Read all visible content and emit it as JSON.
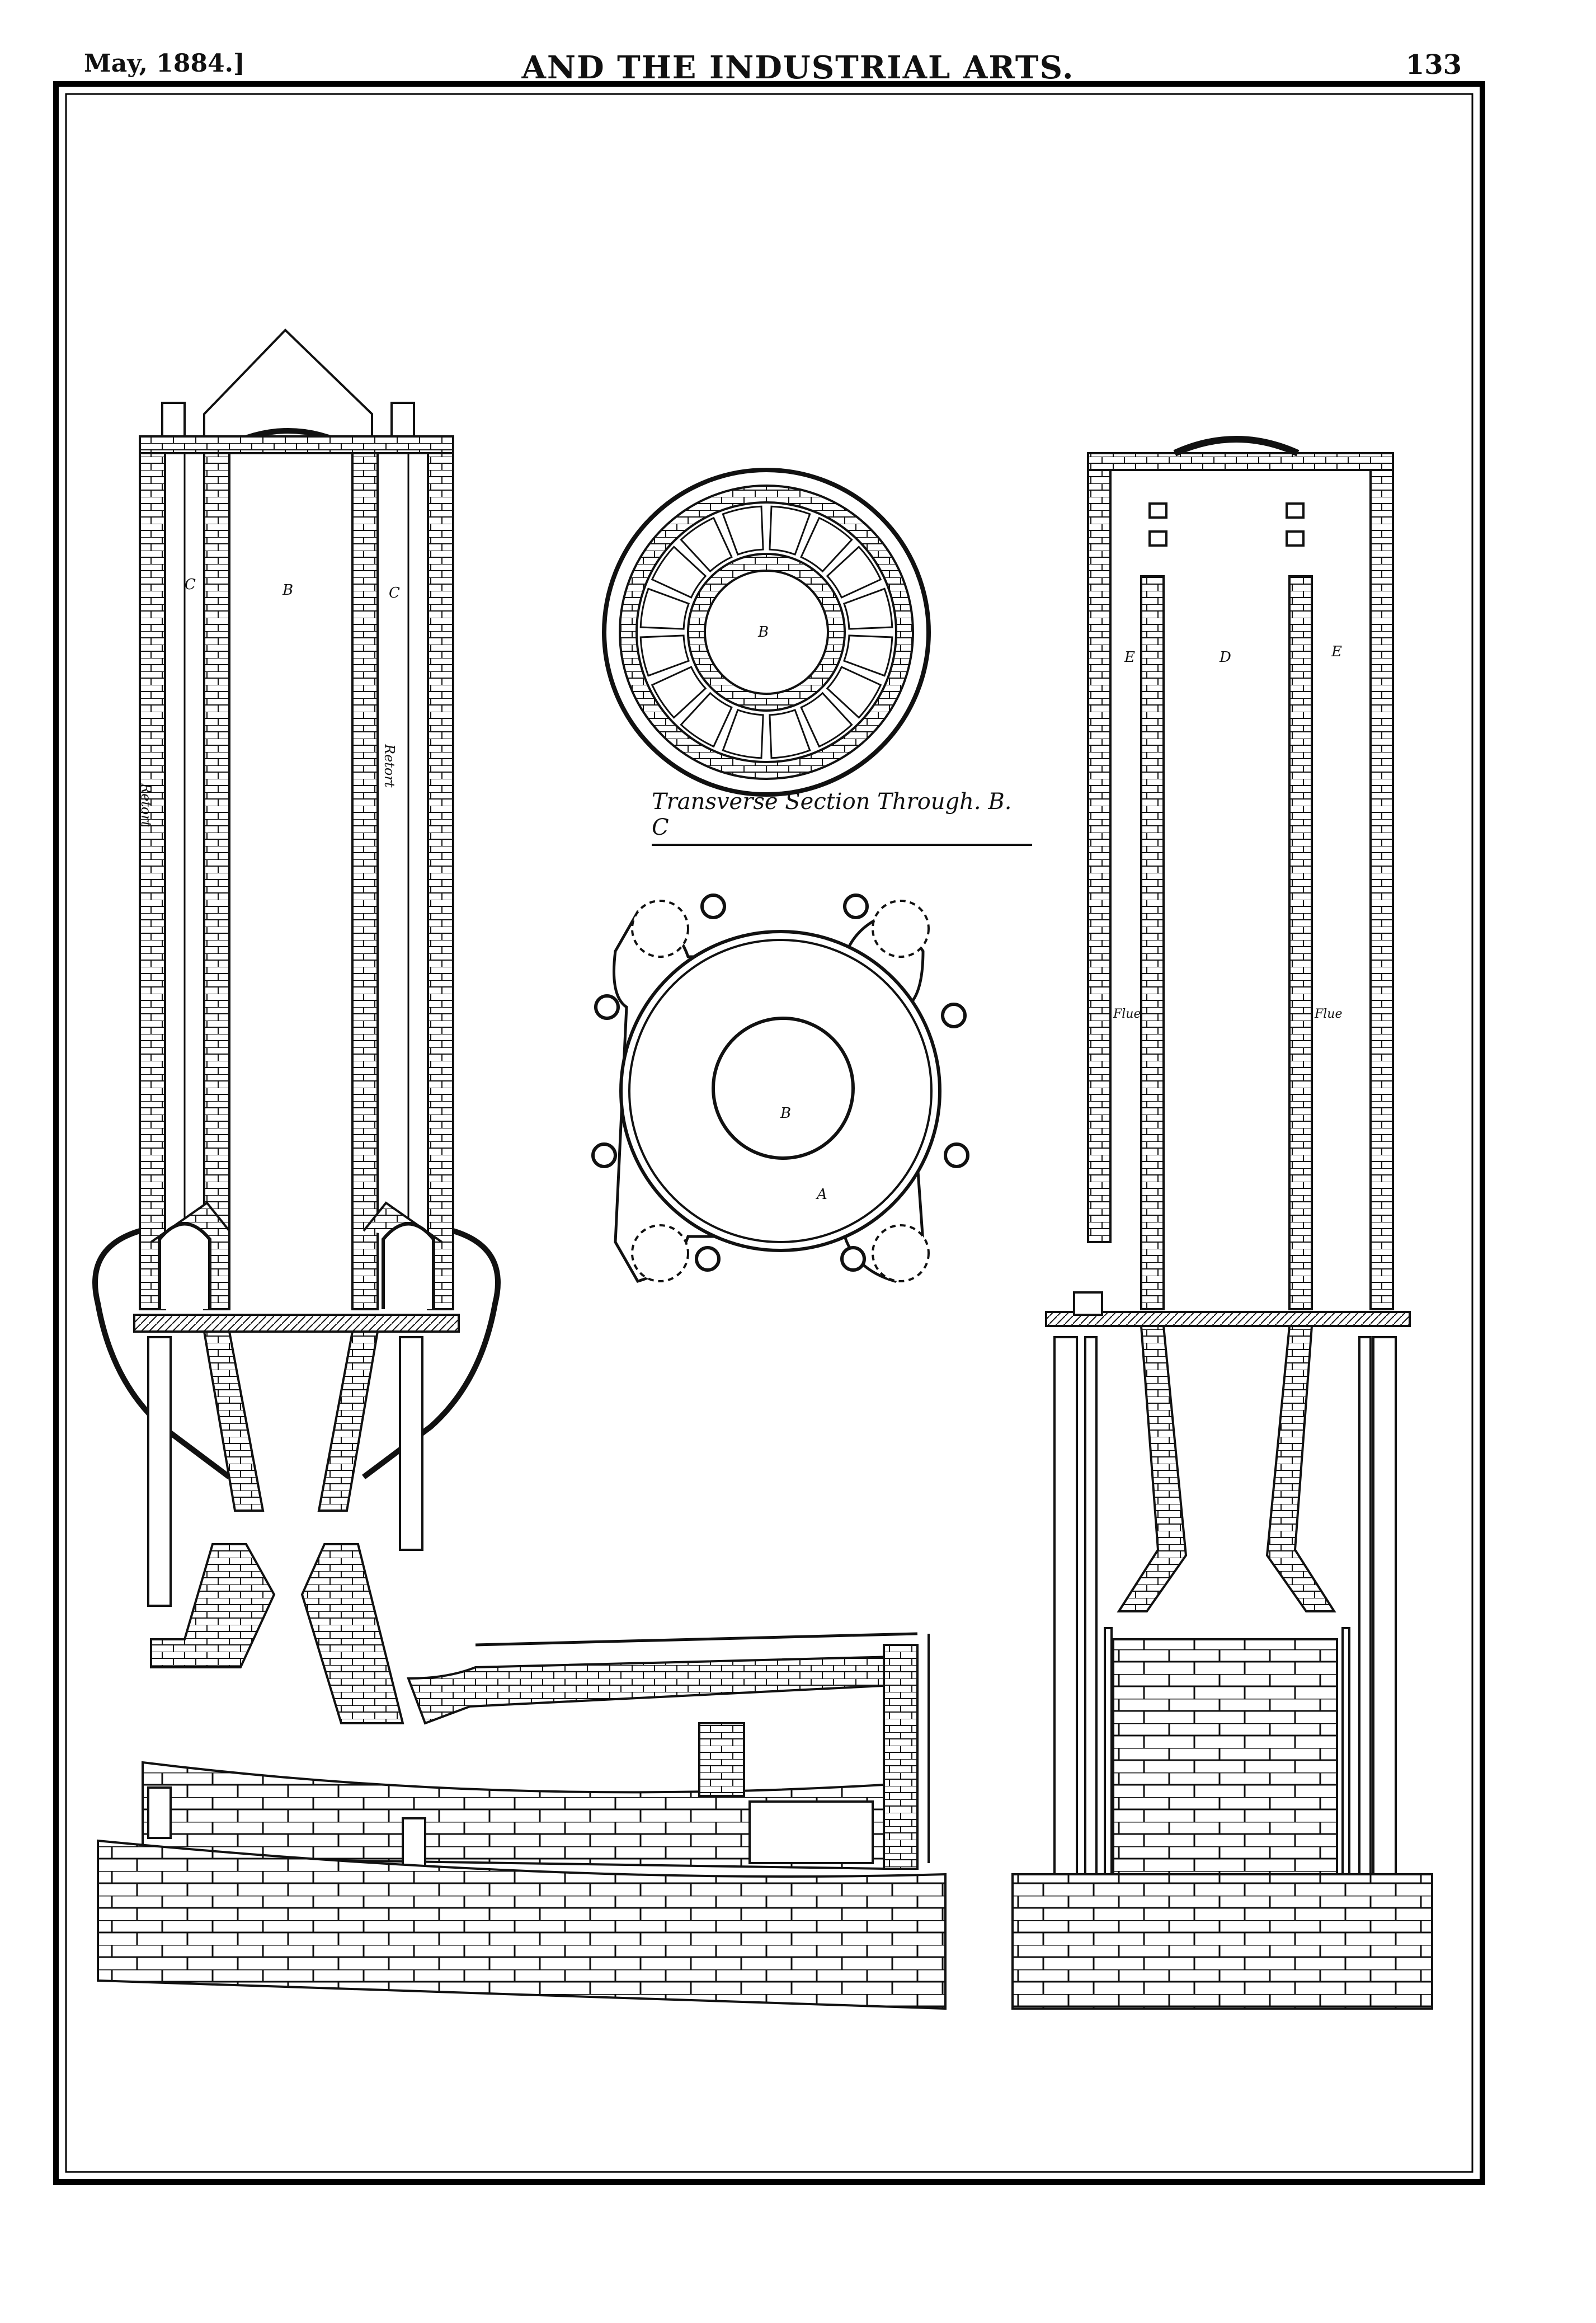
{
  "header": {
    "date": "May, 1884.]",
    "title": "AND THE INDUSTRIAL ARTS.",
    "page_number": "133"
  },
  "plate": {
    "caption": "Transverse Section Through. B. C",
    "labels": {
      "b": "B",
      "c": "C",
      "d": "D",
      "e": "E",
      "a": "A",
      "flue": "Flue",
      "retort": "Retort"
    }
  }
}
